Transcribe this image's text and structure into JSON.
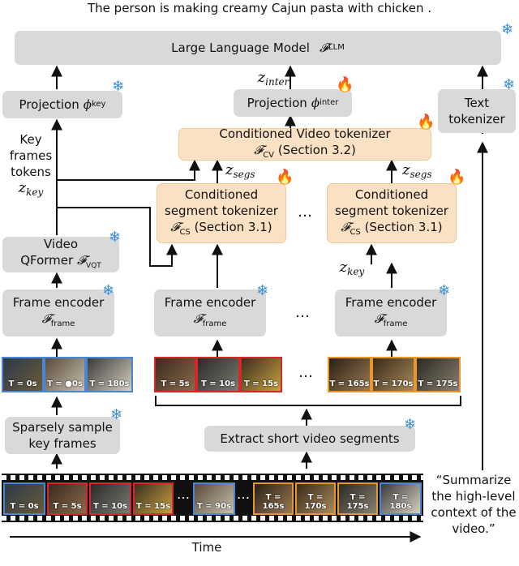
{
  "caption": "The person is making creamy Cajun pasta with chicken .",
  "llm": {
    "label": "Large Language Model",
    "symbol": "𝓕",
    "sub": "LLM"
  },
  "proj_key": {
    "label": "Projection",
    "symbol": "ϕ",
    "sub": "key"
  },
  "proj_inter": {
    "label": "Projection",
    "symbol": "ϕ",
    "sub": "inter"
  },
  "z_inter": {
    "symbol": "z",
    "sub": "inter"
  },
  "text_tokenizer": {
    "line1": "Text",
    "line2": "tokenizer"
  },
  "cv_tokenizer": {
    "label": "Conditioned Video tokenizer",
    "symbol": "𝓕",
    "sub": "CV",
    "ref": "(Section 3.2)"
  },
  "z_segs": {
    "symbol": "z",
    "sub": "segs"
  },
  "key_tokens": {
    "line1": "Key",
    "line2": "frames",
    "line3": "tokens",
    "symbol": "z",
    "sub": "key"
  },
  "cs_tokenizer": {
    "line1": "Conditioned",
    "line2": "segment tokenizer",
    "symbol": "𝓕",
    "sub": "CS",
    "ref": "(Section 3.1)"
  },
  "z_key_right": {
    "symbol": "z",
    "sub": "key"
  },
  "vqformer": {
    "line1": "Video",
    "line2": "QFormer",
    "symbol": "𝓕",
    "sub": "VQT"
  },
  "frame_encoder": {
    "label": "Frame encoder",
    "symbol": "𝓕",
    "sub": "frame"
  },
  "ellipsis": "…",
  "sparse_sample": {
    "line1": "Sparsely sample",
    "line2": "key frames"
  },
  "extract_segments": {
    "label": "Extract short video segments"
  },
  "time_label": "Time",
  "prompt": {
    "line1": "“Summarize",
    "line2": "the high-level",
    "line3": "context of the",
    "line4": "video.”"
  },
  "key_frames": [
    {
      "t": "T = 0s"
    },
    {
      "t": "T = ●0s"
    },
    {
      "t": "T = 180s"
    }
  ],
  "seg_frames_a": [
    {
      "t": "T = 5s"
    },
    {
      "t": "T = 10s"
    },
    {
      "t": "T = 15s"
    }
  ],
  "seg_frames_b": [
    {
      "t": "T = 165s"
    },
    {
      "t": "T = 170s"
    },
    {
      "t": "T = 175s"
    }
  ],
  "film_frames": [
    {
      "t": "T = 0s"
    },
    {
      "t": "T = 5s"
    },
    {
      "t": "T = 10s"
    },
    {
      "t": "T = 15s"
    },
    {
      "t": "T = 90s"
    },
    {
      "t": "T = 165s"
    },
    {
      "t": "T = 170s"
    },
    {
      "t": "T = 175s"
    },
    {
      "t": "T = 180s"
    }
  ],
  "colors": {
    "box_gray": "#d9d9d9",
    "box_orange": "#fbe1c4",
    "frame_blue": "#4a86d4",
    "frame_red": "#d62828",
    "frame_orange": "#e8962e",
    "snowflake": "#3a8fd8",
    "flame": "#f08c1a"
  }
}
